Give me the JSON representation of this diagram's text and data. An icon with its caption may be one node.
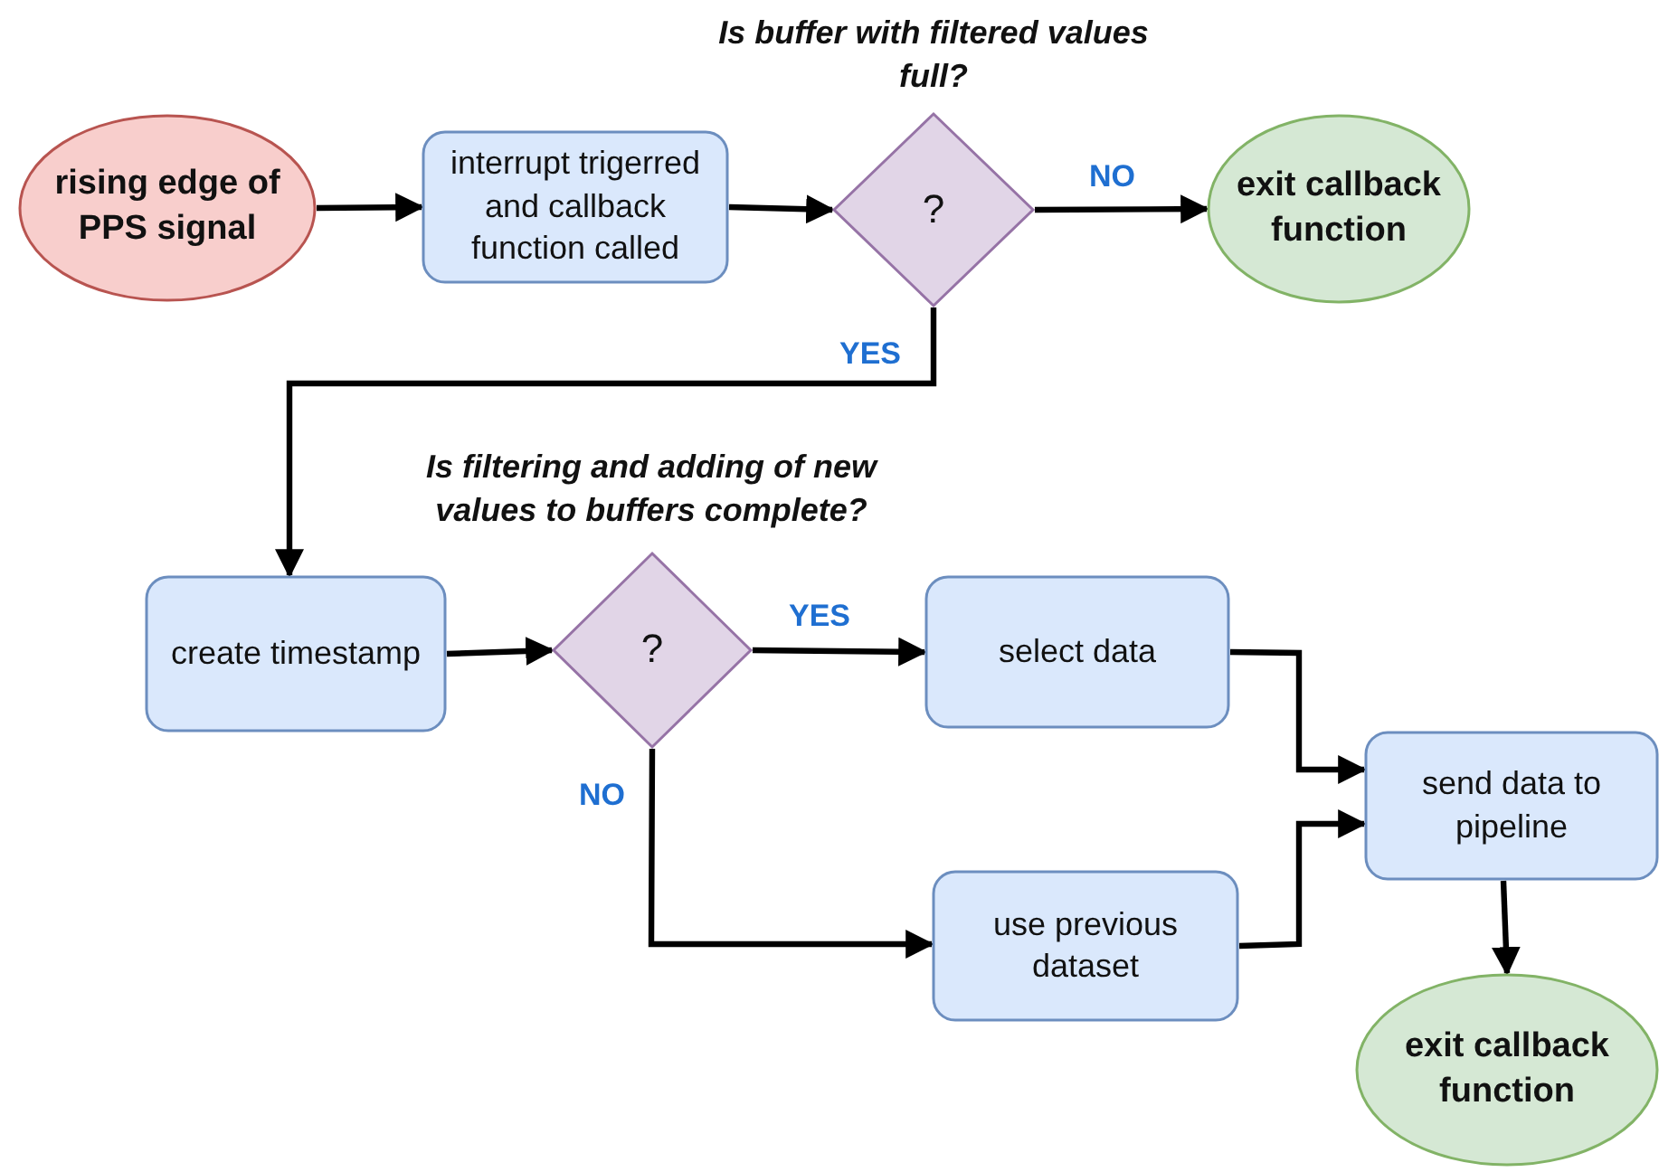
{
  "diagram": {
    "nodes": [
      {
        "text": [
          "rising edge of PPS signal"
        ]
      },
      {
        "text": [
          "interrupt trigerred and callback function called"
        ]
      },
      {
        "text": [
          "Is buffer with filtered values full?",
          "?"
        ]
      },
      {
        "text": [
          "exit callback function"
        ]
      },
      {
        "text": [
          "create timestamp"
        ]
      },
      {
        "text": [
          "Is filtering and adding of new values to buffers complete?",
          "?"
        ]
      },
      {
        "text": [
          "select data"
        ]
      },
      {
        "text": [
          "use previous dataset"
        ]
      },
      {
        "text": [
          "send data to pipeline"
        ]
      },
      {
        "text": [
          "exit callback function"
        ]
      }
    ],
    "edges": [
      {
        "from": 0,
        "to": 1,
        "arrow": "to"
      },
      {
        "from": 1,
        "to": 2,
        "arrow": "to"
      },
      {
        "from": 2,
        "to": 3,
        "arrow": "to",
        "label": "NO"
      },
      {
        "from": 2,
        "to": 4,
        "arrow": "to",
        "label": "YES"
      },
      {
        "from": 4,
        "to": 5,
        "arrow": "to"
      },
      {
        "from": 5,
        "to": 6,
        "arrow": "to",
        "label": "YES"
      },
      {
        "from": 5,
        "to": 7,
        "arrow": "to",
        "label": "NO"
      },
      {
        "from": 6,
        "to": 8,
        "arrow": "to"
      },
      {
        "from": 7,
        "to": 8,
        "arrow": "to"
      },
      {
        "from": 8,
        "to": 9,
        "arrow": "to"
      }
    ]
  }
}
